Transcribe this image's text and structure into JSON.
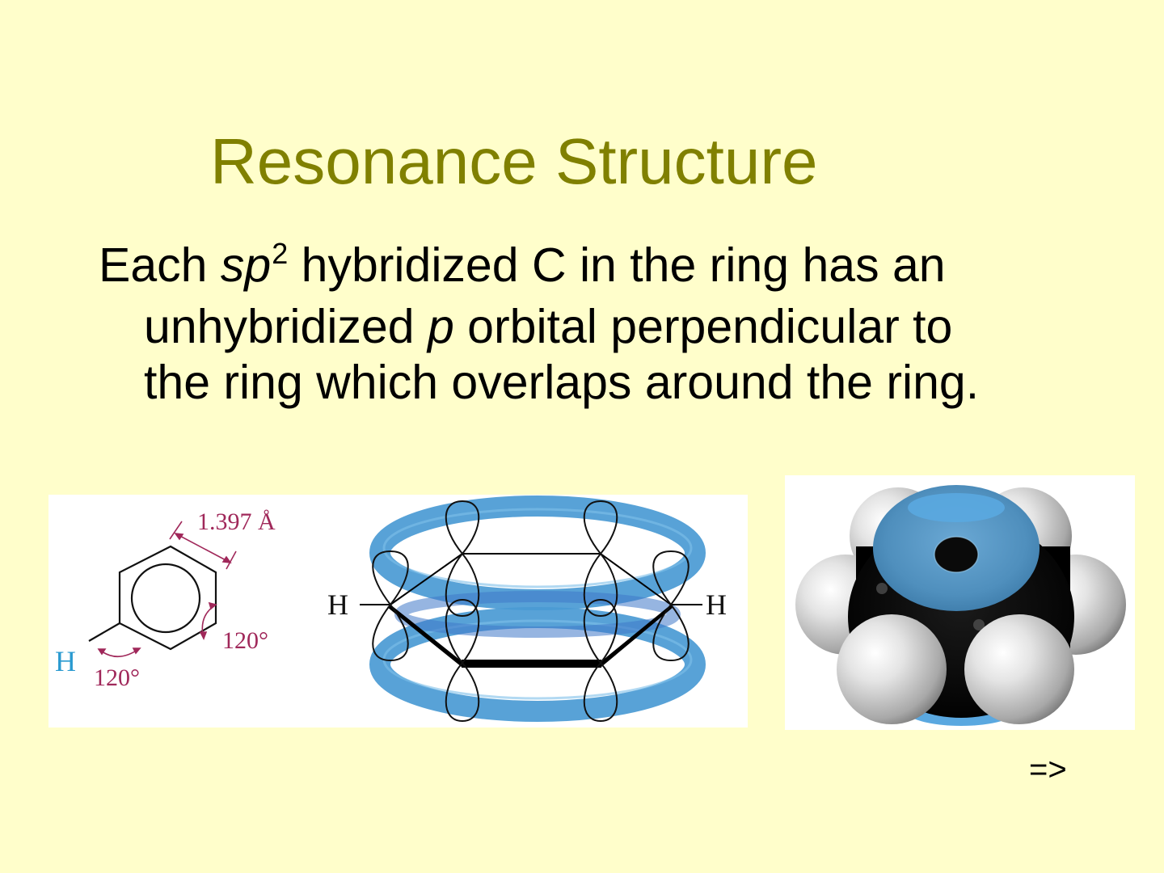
{
  "slide": {
    "background_color": "#fffecb",
    "title": "Resonance Structure",
    "title_color": "#808000",
    "body": {
      "line1": {
        "before": "Each ",
        "italic": "sp",
        "superscript": "2",
        "after": " hybridized C in the ring has an"
      },
      "line2": {
        "before": "unhybridized ",
        "italic": "p",
        "after": " orbital perpendicular to"
      },
      "line3": {
        "text": "the ring which overlaps around the ring."
      }
    },
    "navigation": {
      "next_label": "=>"
    }
  },
  "figures": {
    "benzene_geometry": {
      "bond_length_label": "1.397 Å",
      "angle_label_ring": "120°",
      "angle_label_h": "120°",
      "hydrogen_label": "H",
      "annotation_color": "#a0285a",
      "hydrogen_color": "#2a9ad0"
    },
    "pi_orbital_diagram": {
      "left_h_label": "H",
      "right_h_label": "H",
      "pi_cloud_color": "#4a9ad4"
    },
    "space_filling_model": {
      "carbon_color": "#0a0a0a",
      "hydrogen_color": "#d8d8d8",
      "pi_cloud_color": "#5b9cc8"
    }
  }
}
